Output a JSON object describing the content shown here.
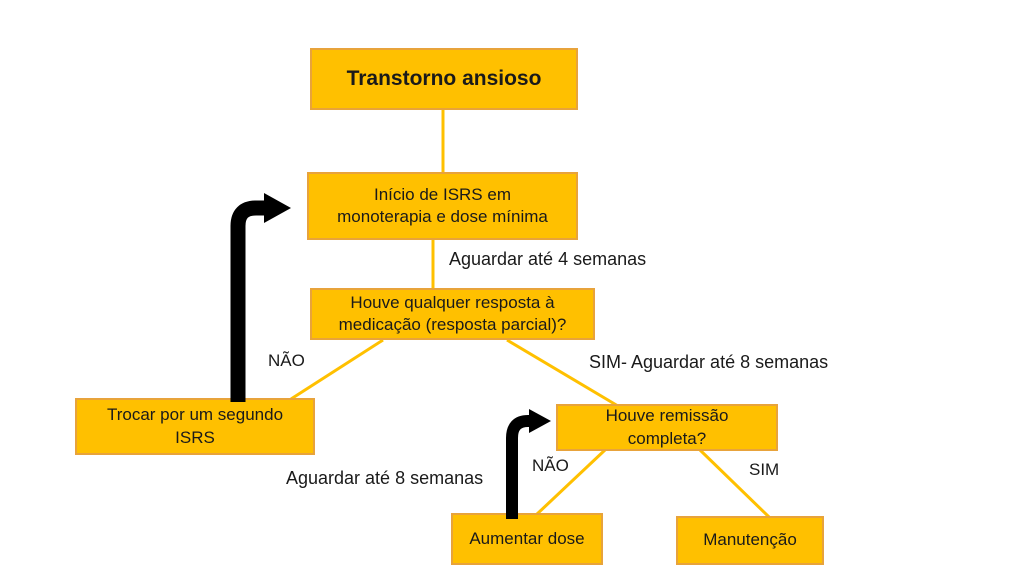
{
  "diagram": {
    "title": "Transtorno ansioso",
    "type": "flowchart",
    "nodes": {
      "transtorno": {
        "label": "Transtorno ansioso"
      },
      "inicio": {
        "label": "Início de ISRS em\nmonoterapia e dose mínima"
      },
      "resposta": {
        "label": "Houve qualquer resposta à\nmedicação (resposta parcial)?"
      },
      "trocar": {
        "label": "Trocar por um segundo\nISRS"
      },
      "remissao": {
        "label": "Houve remissão\ncompleta?"
      },
      "aumentar": {
        "label": "Aumentar dose"
      },
      "manutencao": {
        "label": "Manutenção"
      }
    },
    "edge_labels": {
      "aguardar4": "Aguardar até 4 semanas",
      "nao1": "NÃO",
      "sim_aguardar8": "SIM- Aguardar até 8 semanas",
      "aguardar8": "Aguardar até 8 semanas",
      "nao2": "NÃO",
      "sim2": "SIM"
    },
    "edges": [
      {
        "from": "transtorno",
        "to": "inicio",
        "label": ""
      },
      {
        "from": "inicio",
        "to": "resposta",
        "label": "Aguardar até 4 semanas"
      },
      {
        "from": "resposta",
        "to": "trocar",
        "label": "NÃO"
      },
      {
        "from": "resposta",
        "to": "remissao",
        "label": "SIM- Aguardar até 8 semanas"
      },
      {
        "from": "remissao",
        "to": "aumentar",
        "label": "NÃO"
      },
      {
        "from": "remissao",
        "to": "manutencao",
        "label": "SIM"
      },
      {
        "from": "trocar",
        "to": "inicio",
        "style": "black-loop-arrow",
        "label": ""
      },
      {
        "from": "aumentar",
        "to": "remissao",
        "style": "black-loop-arrow",
        "label": "Aguardar até 8 semanas"
      }
    ],
    "colors": {
      "node_fill": "#FFC000",
      "node_border": "#E8A33B",
      "connector": "#FFC000",
      "loop_arrow": "#000000",
      "text": "#1A1A1A",
      "background": "#FFFFFF"
    }
  }
}
